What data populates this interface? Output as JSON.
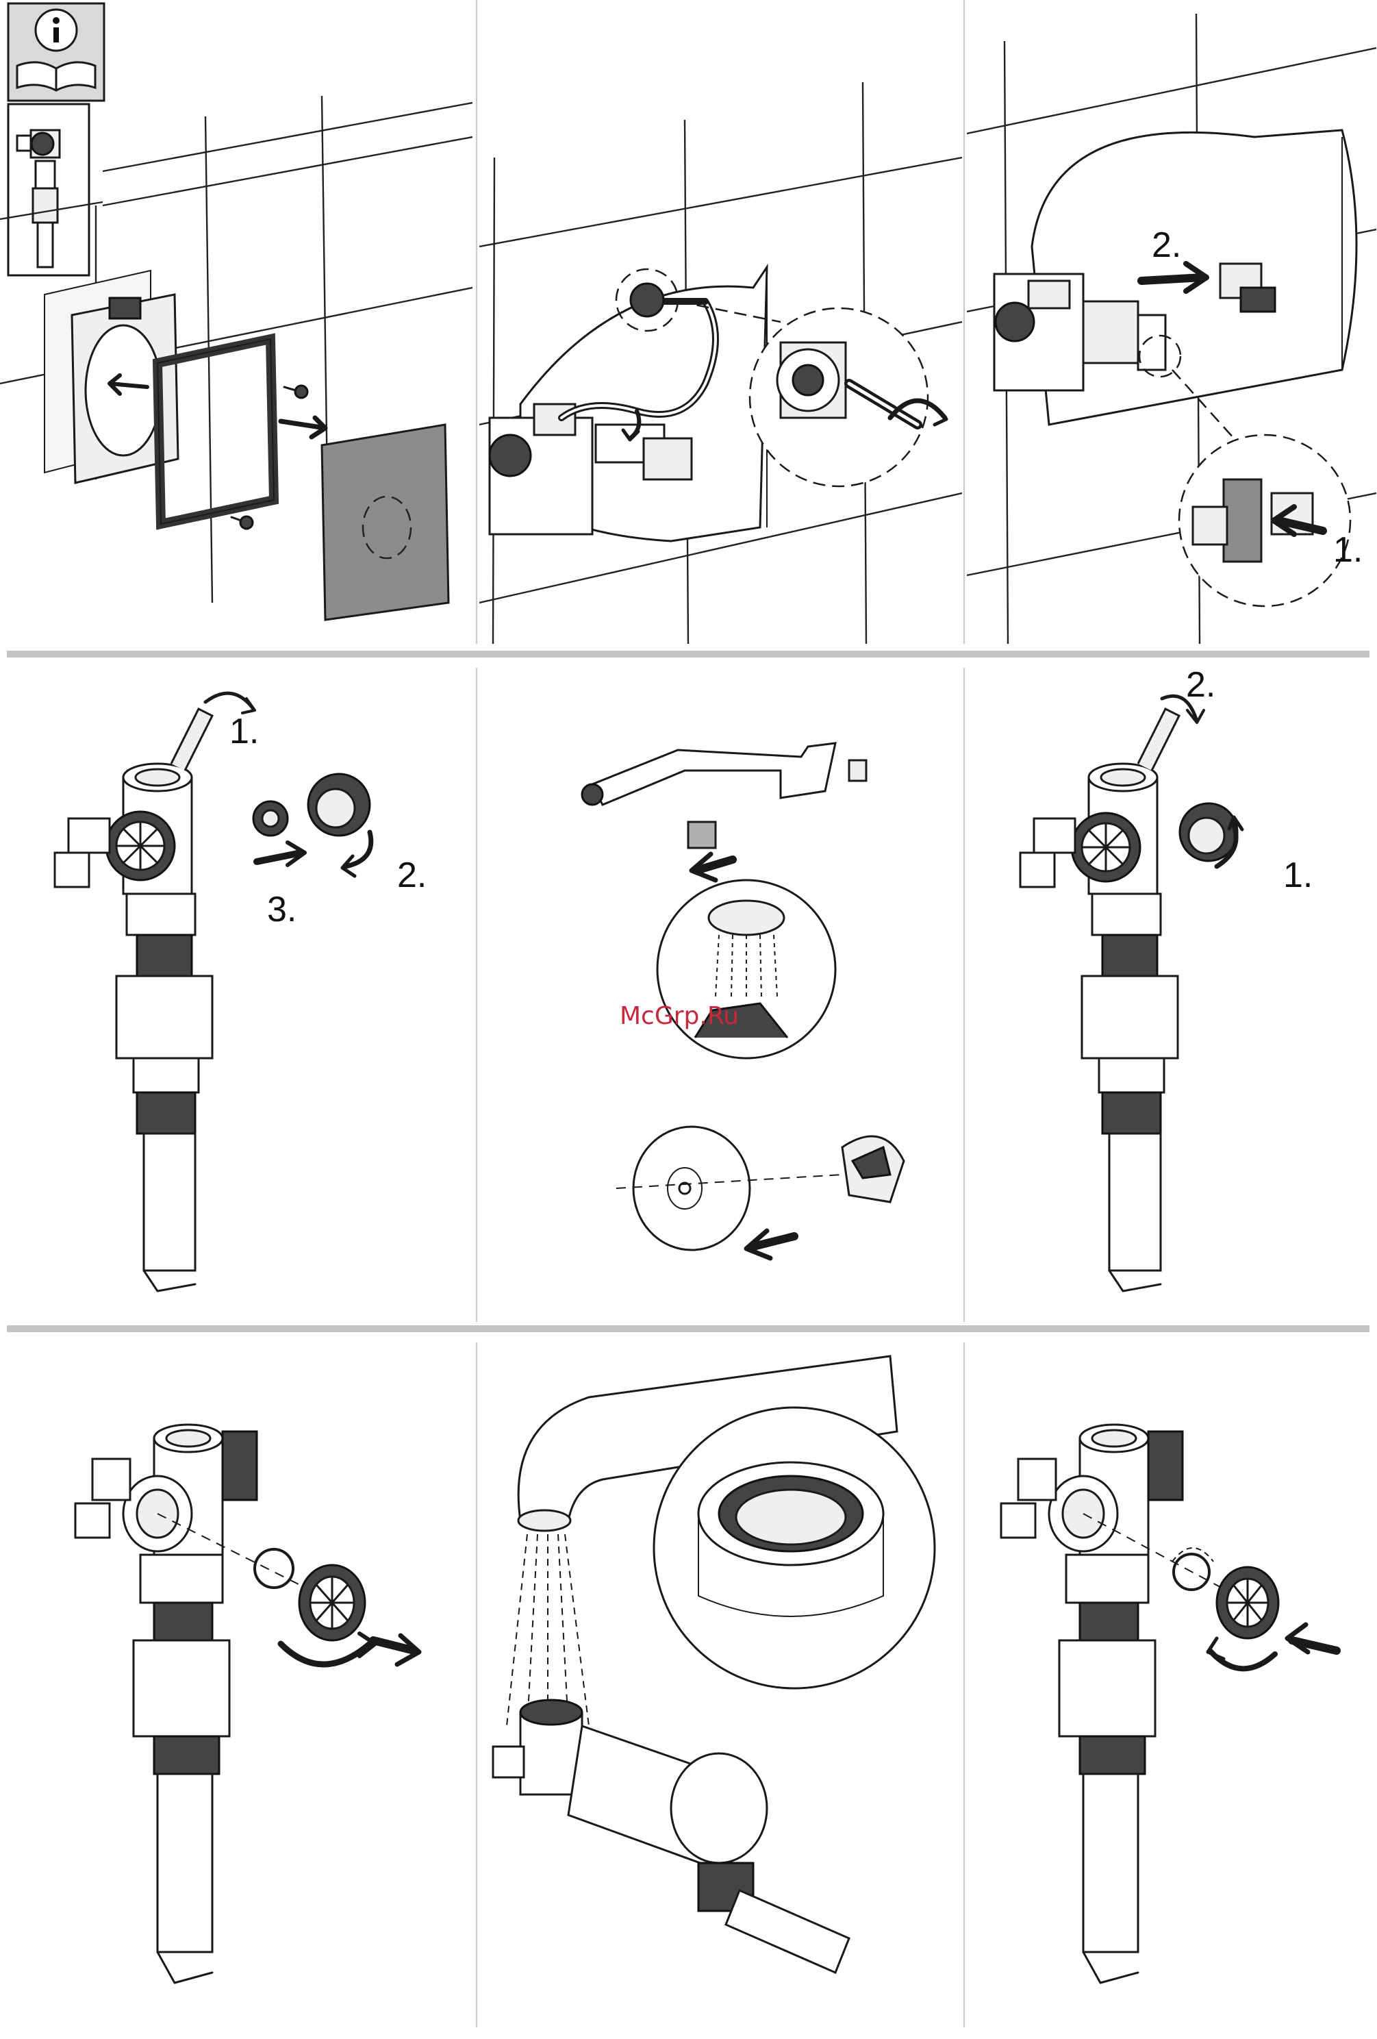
{
  "steps": {
    "r1p3_first": "1.",
    "r1p3_second": "2.",
    "r2p1_first": "1.",
    "r2p1_second": "2.",
    "r2p1_third": "3.",
    "r2p3_first": "1.",
    "r2p3_second": "2."
  },
  "watermark": "McGrp.Ru",
  "icons": {
    "info": "info-manual-icon",
    "valve_thumb": "fill-valve-thumbnail-icon"
  },
  "colors": {
    "separator": "#c4c4c4",
    "watermark": "#c8283c",
    "cover_plate": "#8c8c8c"
  }
}
